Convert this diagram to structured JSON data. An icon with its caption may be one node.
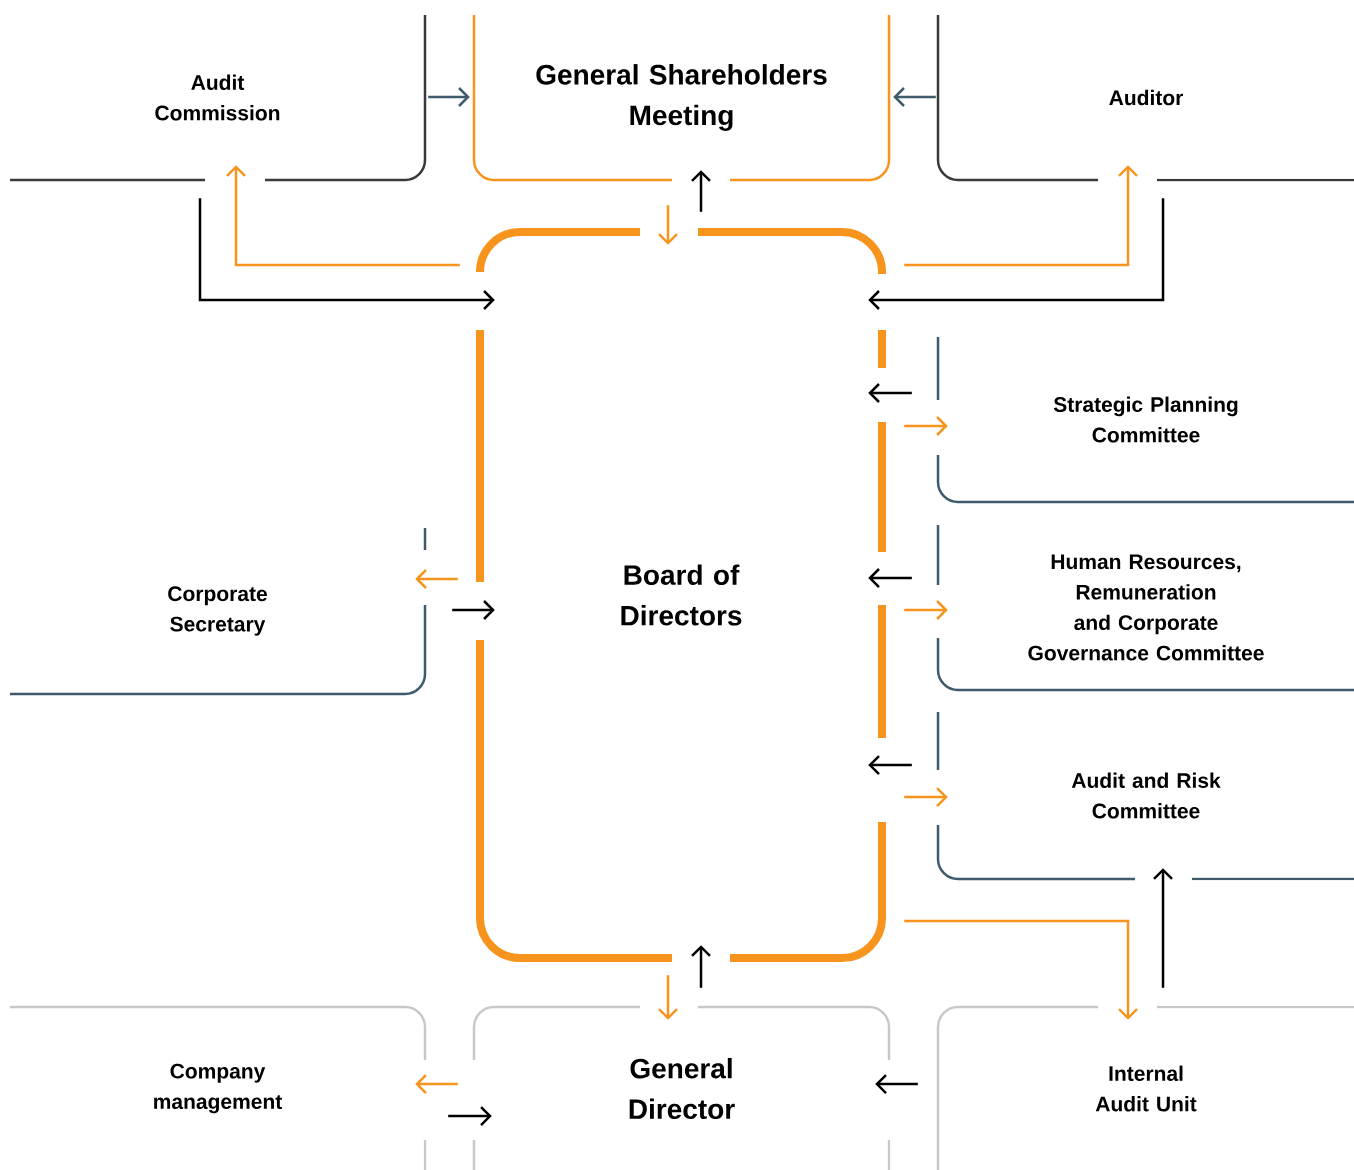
{
  "diagram": {
    "nodes": [
      {
        "text": [
          "Audit Commission"
        ]
      },
      {
        "text": [
          "General Shareholders Meeting"
        ]
      },
      {
        "text": [
          "Auditor"
        ]
      },
      {
        "text": [
          "Board of Directors"
        ]
      },
      {
        "text": [
          "Strategic Planning Committee"
        ]
      },
      {
        "text": [
          "Corporate Secretary"
        ]
      },
      {
        "text": [
          "Human Resources, Remuneration and Corporate Governance Committee"
        ]
      },
      {
        "text": [
          "Audit and Risk Committee"
        ]
      },
      {
        "text": [
          "Company management"
        ]
      },
      {
        "text": [
          "General Director"
        ]
      },
      {
        "text": [
          "Internal Audit Unit"
        ]
      }
    ],
    "edges": [
      {
        "from": 0,
        "to": 1,
        "arrow": "to",
        "color": "#3e5a6b"
      },
      {
        "from": 2,
        "to": 1,
        "arrow": "to",
        "color": "#3e5a6b"
      },
      {
        "from": 3,
        "to": 1,
        "arrow": "to"
      },
      {
        "from": 1,
        "to": 3,
        "arrow": "to",
        "color": "#f7941d"
      },
      {
        "from": 3,
        "to": 0,
        "arrow": "to",
        "color": "#f7941d"
      },
      {
        "from": 0,
        "to": 3,
        "arrow": "to"
      },
      {
        "from": 3,
        "to": 2,
        "arrow": "to",
        "color": "#f7941d"
      },
      {
        "from": 2,
        "to": 3,
        "arrow": "to"
      },
      {
        "from": 4,
        "to": 3,
        "arrow": "to"
      },
      {
        "from": 3,
        "to": 4,
        "arrow": "to",
        "color": "#f7941d"
      },
      {
        "from": 3,
        "to": 5,
        "arrow": "to",
        "color": "#f7941d"
      },
      {
        "from": 5,
        "to": 3,
        "arrow": "to"
      },
      {
        "from": 6,
        "to": 3,
        "arrow": "to"
      },
      {
        "from": 3,
        "to": 6,
        "arrow": "to",
        "color": "#f7941d"
      },
      {
        "from": 7,
        "to": 3,
        "arrow": "to"
      },
      {
        "from": 3,
        "to": 7,
        "arrow": "to",
        "color": "#f7941d"
      },
      {
        "from": 9,
        "to": 3,
        "arrow": "to"
      },
      {
        "from": 3,
        "to": 9,
        "arrow": "to",
        "color": "#f7941d"
      },
      {
        "from": 3,
        "to": 10,
        "arrow": "to",
        "color": "#f7941d"
      },
      {
        "from": 10,
        "to": 7,
        "arrow": "to"
      },
      {
        "from": 9,
        "to": 8,
        "arrow": "to",
        "color": "#f7941d"
      },
      {
        "from": 8,
        "to": 9,
        "arrow": "to"
      },
      {
        "from": 10,
        "to": 9,
        "arrow": "to"
      }
    ]
  }
}
